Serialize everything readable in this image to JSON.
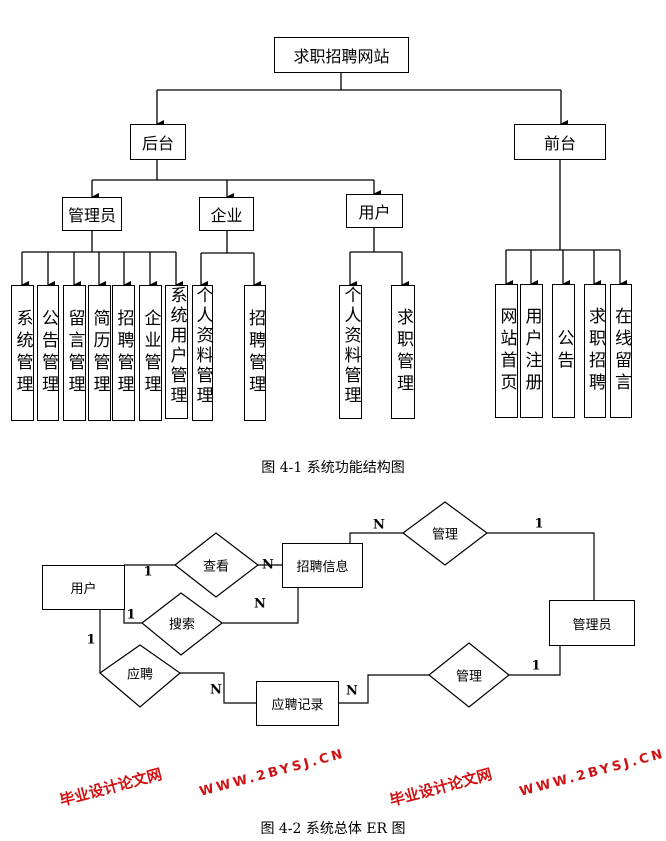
{
  "figure1": {
    "root": "求职招聘网站",
    "backend": "后台",
    "frontend": "前台",
    "roles": {
      "admin": "管理员",
      "company": "企业",
      "user": "用户"
    },
    "admin_modules": [
      "系统管理",
      "公告管理",
      "留言管理",
      "简历管理",
      "招聘管理",
      "企业管理",
      "系统用户管理"
    ],
    "company_modules": [
      "个人资料管理",
      "招聘管理"
    ],
    "user_modules": [
      "个人资料管理",
      "求职管理"
    ],
    "frontend_modules": [
      "网站首页",
      "用户注册",
      "公告",
      "求职招聘",
      "在线留言"
    ],
    "caption": "图 4-1 系统功能结构图"
  },
  "figure2": {
    "entities": {
      "user": "用户",
      "job_info": "招聘信息",
      "admin": "管理员",
      "apply_record": "应聘记录"
    },
    "relations": {
      "view": "查看",
      "search": "搜索",
      "manage_top": "管理",
      "manage_bottom": "管理",
      "apply": "应聘"
    },
    "cardinalities": {
      "view_user": "1",
      "view_job": "N",
      "search_user": "1",
      "search_job": "N",
      "manage_top_job": "N",
      "manage_top_admin": "1",
      "apply_user": "1",
      "apply_record": "N",
      "manage_bottom_record": "N",
      "manage_bottom_admin": "1"
    },
    "caption": "图 4-2 系统总体 ER 图"
  },
  "watermark": {
    "line1": "毕业设计论文网",
    "line2": "WWW.2BYSJ.CN",
    "color": "#d01010"
  }
}
